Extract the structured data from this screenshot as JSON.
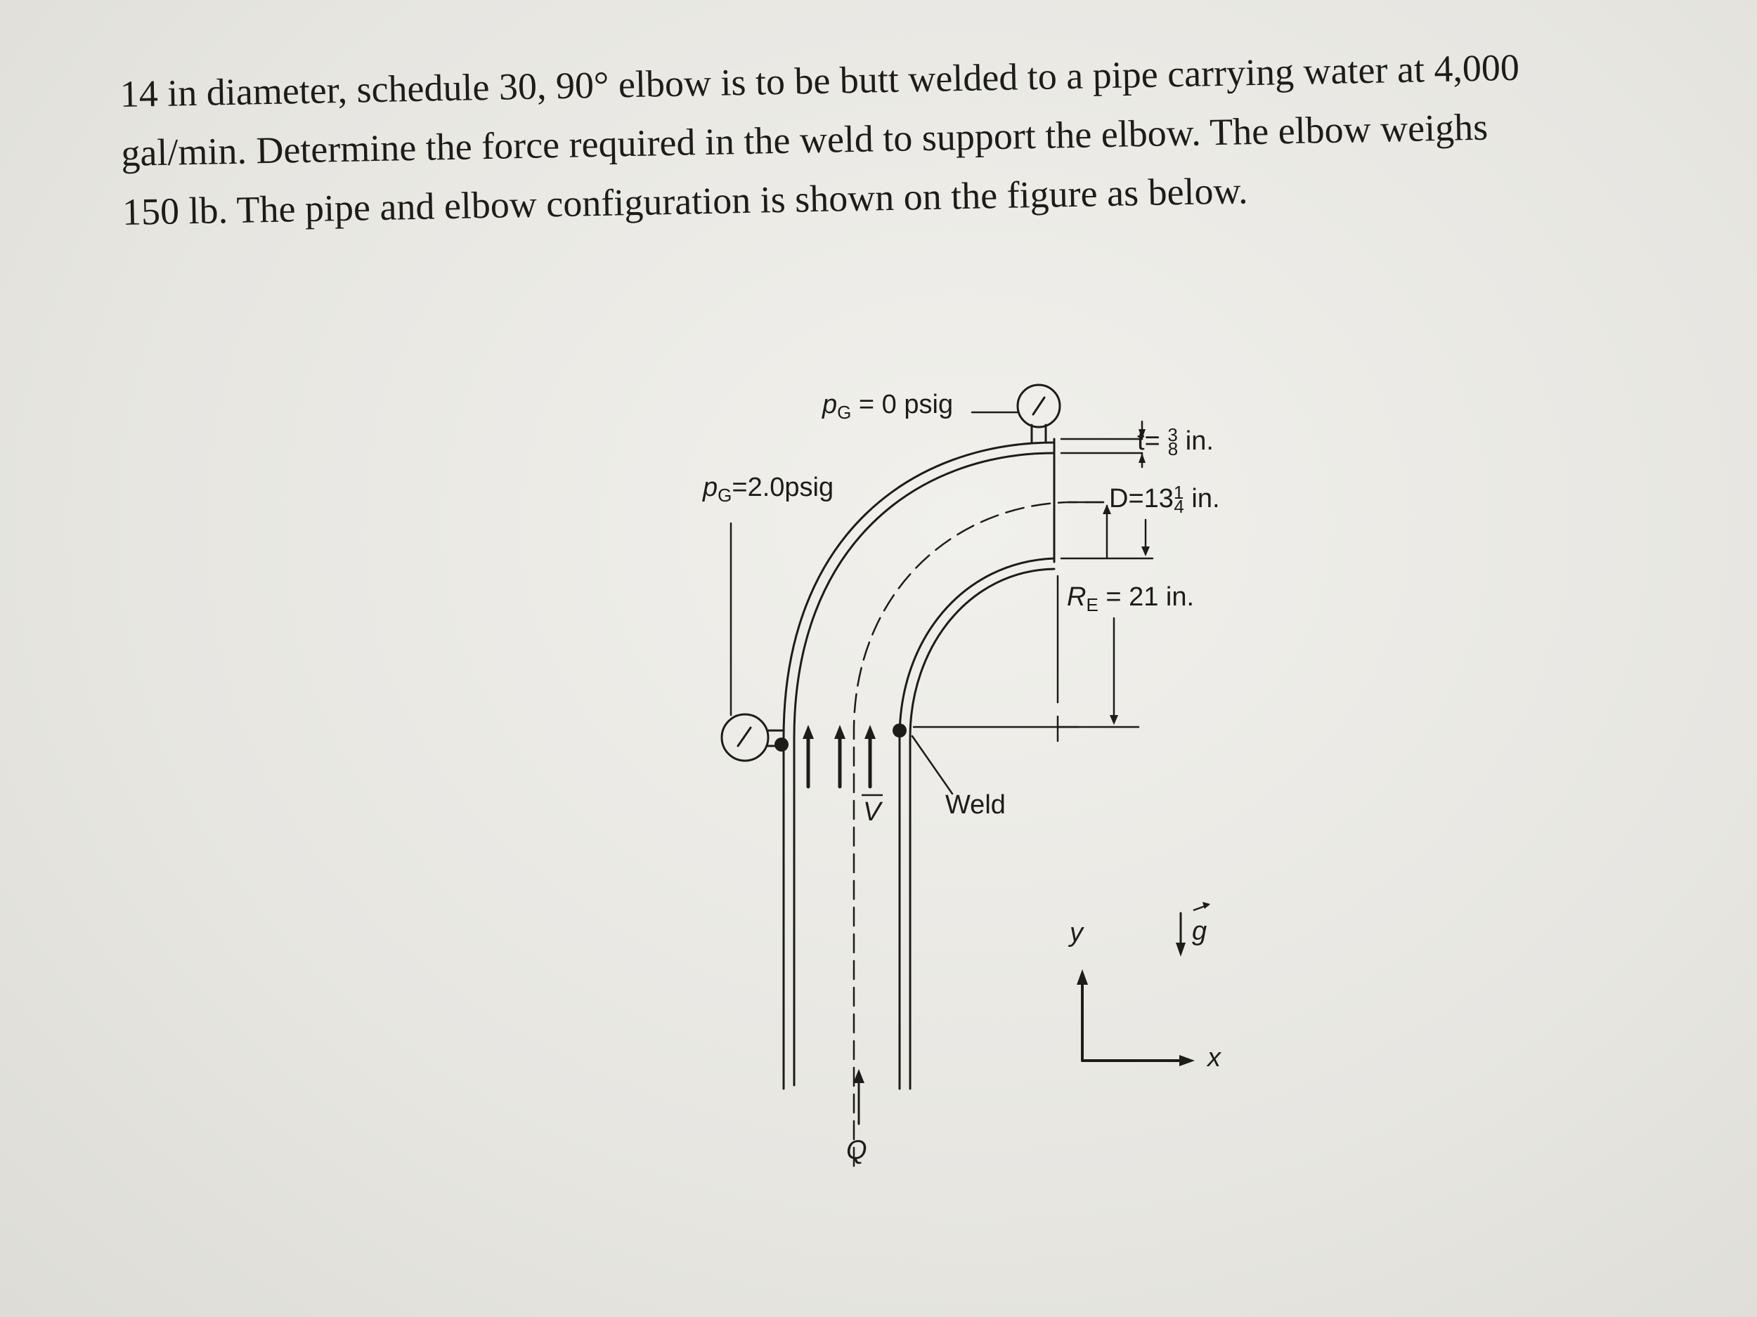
{
  "problem": {
    "line1": "14 in diameter, schedule 30, 90° elbow is to be butt welded to a pipe carrying water at 4,000",
    "line2": "gal/min. Determine the force required in the weld to support the elbow. The elbow weighs",
    "line3": "150 lb. The pipe and elbow configuration is shown on the figure as below."
  },
  "figure": {
    "p_top_sym": "p",
    "p_top_sub": "G",
    "p_top_val": " = 0 psig",
    "p_side_sym": "p",
    "p_side_sub": "G",
    "p_side_val": "=2.0psig",
    "t_label": "t= ",
    "t_frac_num": "3",
    "t_frac_den": "8",
    "t_unit": " in.",
    "d_label": "D=13",
    "d_frac_num": "1",
    "d_frac_den": "4",
    "d_unit": " in.",
    "r_sym": "R",
    "r_sub": "E",
    "r_val": " = 21 in.",
    "weld": "Weld",
    "velocity": "V",
    "flow": "Q",
    "axis_y": "y",
    "axis_x": "x",
    "gravity": "g"
  }
}
